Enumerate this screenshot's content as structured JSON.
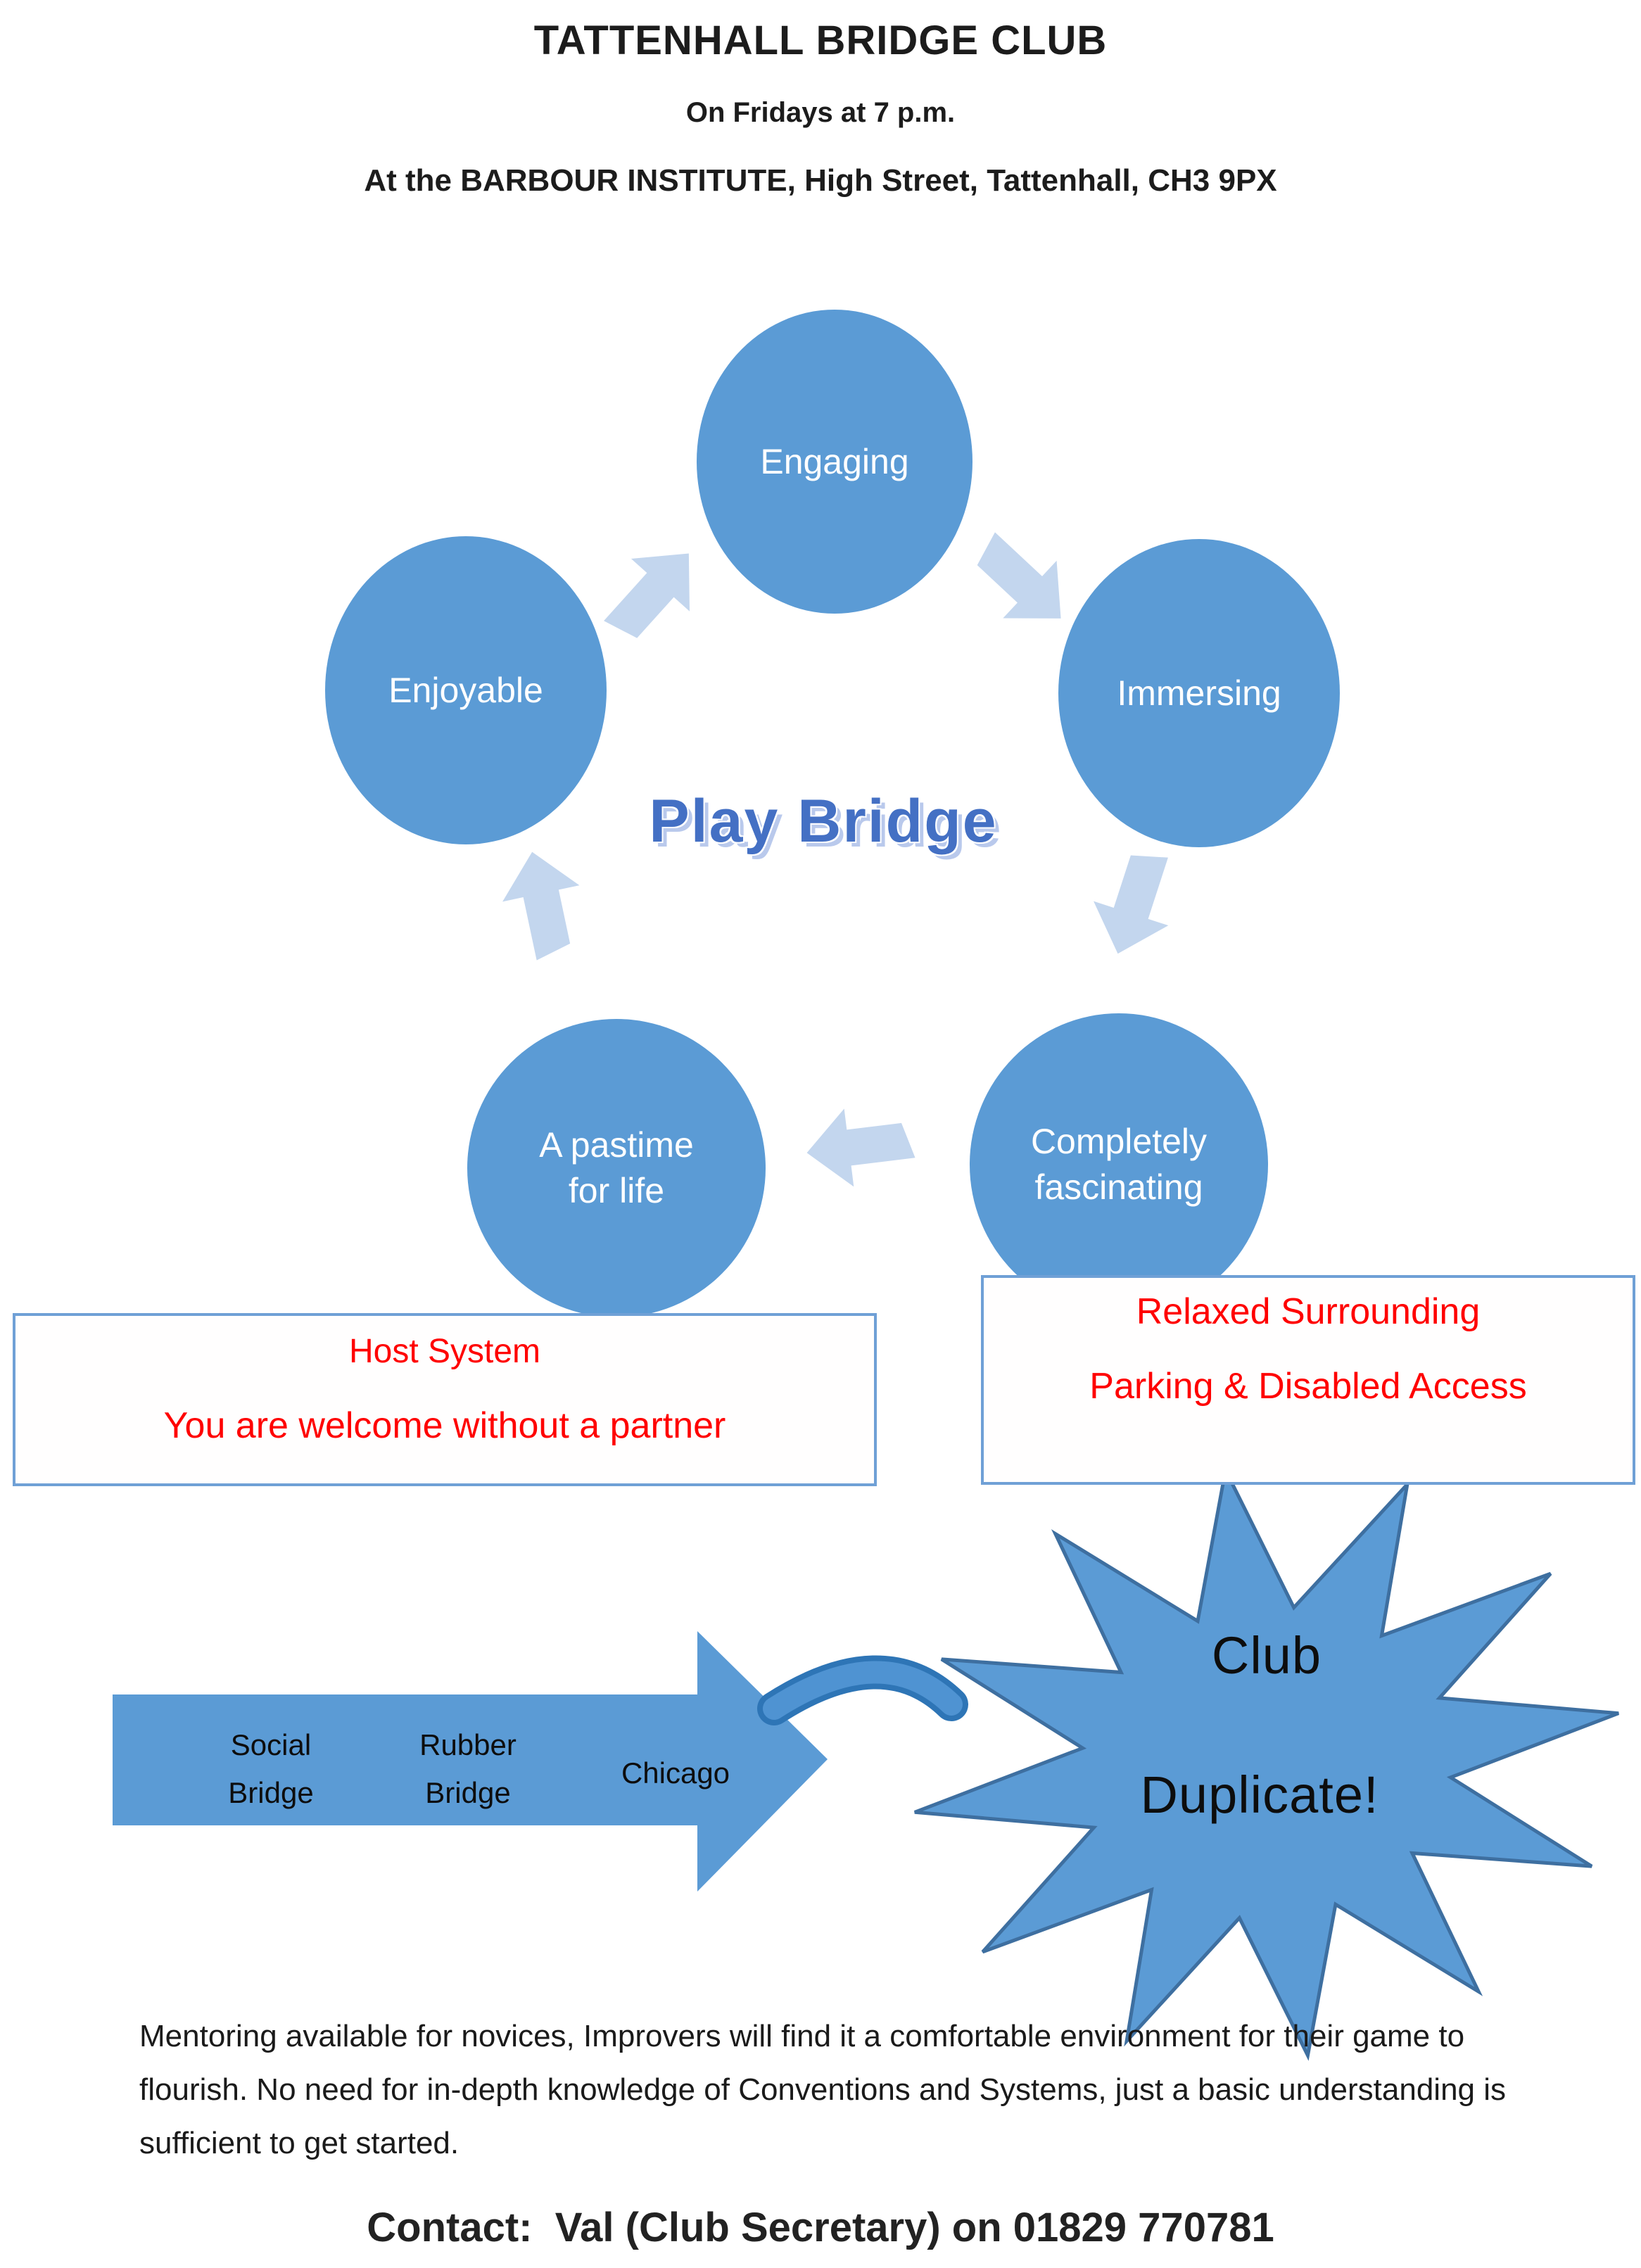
{
  "header": {
    "title": "TATTENHALL BRIDGE CLUB",
    "subtitle1": "On Fridays at 7 p.m.",
    "subtitle2": "At the BARBOUR INSTITUTE, High Street, Tattenhall, CH3 9PX"
  },
  "cycle": {
    "center_label": "Play Bridge",
    "nodes": [
      {
        "label": "Engaging"
      },
      {
        "label": "Immersing"
      },
      {
        "label": "Completely fascinating"
      },
      {
        "label": "A pastime for life"
      },
      {
        "label": "Enjoyable"
      }
    ]
  },
  "notes": {
    "left": {
      "line1": "Host System",
      "line2": "You are welcome without a partner"
    },
    "right": {
      "line1": "Relaxed Surrounding",
      "line2": "Parking & Disabled Access"
    }
  },
  "bridge_types": {
    "items": [
      "Social Bridge",
      "Rubber Bridge",
      "Chicago"
    ]
  },
  "burst": {
    "line1": "Club",
    "line2": "Duplicate!"
  },
  "paragraph": {
    "text": "Mentoring available for novices, Improvers will find it a comfortable environment for their game to flourish. No need for in-depth knowledge of Conventions and Systems, just a basic understanding is sufficient to get started."
  },
  "contact": {
    "text": "Contact:  Val (Club Secretary) on 01829 770781"
  },
  "colors": {
    "node_fill": "#5B9BD5",
    "node_text": "#FFFFFF",
    "flow_arrow": "#C3D6EE",
    "shape_fill": "#5B9BD5",
    "shape_outline": "#3E6FA0",
    "hook_outline": "#2E75B6",
    "hook_fill": "#4F93D2",
    "accent_text": "#FF0000",
    "box_border": "#6FA0D6",
    "wordart_fill": "#4470C4",
    "wordart_shadow": "#B9C9EC"
  }
}
